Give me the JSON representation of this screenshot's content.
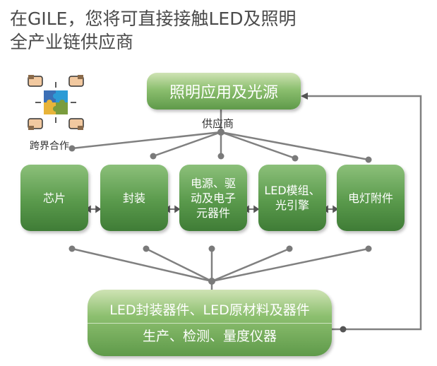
{
  "title": {
    "line1": "在GILE，您将可直接接触LED及照明",
    "line2": "全产业链供应商"
  },
  "collab": {
    "icon": "puzzle-hands-icon",
    "label": "跨界合作"
  },
  "top_box": {
    "label": "照明应用及光源"
  },
  "supplier_label": "供应商",
  "middle_boxes": [
    {
      "id": "chip",
      "lines": [
        "芯片"
      ]
    },
    {
      "id": "package",
      "lines": [
        "封装"
      ]
    },
    {
      "id": "power",
      "lines": [
        "电源、驱",
        "动及电子",
        "元器件"
      ]
    },
    {
      "id": "module",
      "lines": [
        "LED模组、",
        "光引擎"
      ]
    },
    {
      "id": "fixture",
      "lines": [
        "电灯附件"
      ]
    }
  ],
  "bottom_box": {
    "line1": "LED封装器件、LED原材料及器件",
    "line2": "生产、检测、量度仪器"
  },
  "colors": {
    "green_dark": "#3f7c36",
    "green_light": "#cfe3b4",
    "line": "#7a7a7a",
    "text": "#4a4a4a"
  }
}
